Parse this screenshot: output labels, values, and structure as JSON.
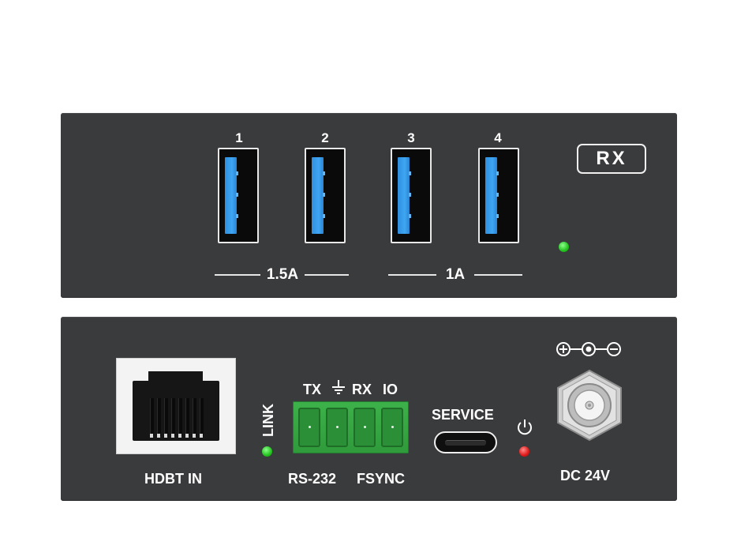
{
  "front": {
    "usb_ports": [
      {
        "label": "1"
      },
      {
        "label": "2"
      },
      {
        "label": "3"
      },
      {
        "label": "4"
      }
    ],
    "current_groups": [
      {
        "label": "1.5A"
      },
      {
        "label": "1A"
      }
    ],
    "badge": "RX",
    "led_color": "#22c21f"
  },
  "rear": {
    "hdbt_label": "HDBT IN",
    "link_label": "LINK",
    "link_led_color": "#22c21f",
    "terminal_labels": {
      "tx": "TX",
      "rx": "RX",
      "io": "IO"
    },
    "rs232_label": "RS-232",
    "fsync_label": "FSYNC",
    "service_label": "SERVICE",
    "power_led_color": "#e01818",
    "dc_label": "DC 24V",
    "terminal_color": "#3db24a"
  },
  "icons": {
    "ground": "ground-icon",
    "power": "power-icon",
    "polarity": "dc-polarity-icon"
  }
}
